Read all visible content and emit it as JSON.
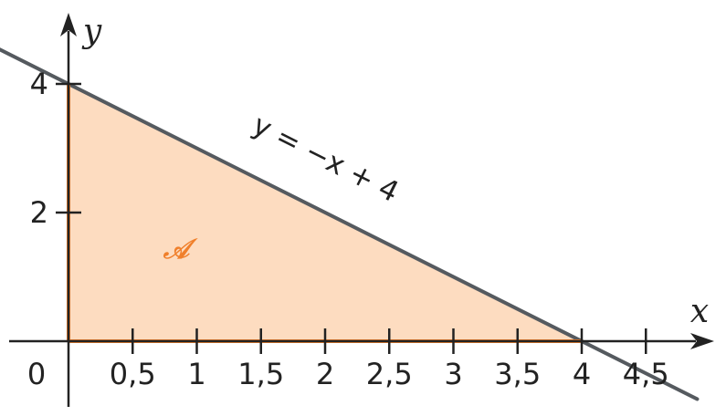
{
  "chart_data": {
    "type": "area",
    "xlabel": "x",
    "ylabel": "y",
    "x_ticks": [
      0.5,
      1,
      1.5,
      2,
      2.5,
      3,
      3.5,
      4,
      4.5
    ],
    "x_tick_labels": [
      "0,5",
      "1",
      "1,5",
      "2",
      "2,5",
      "3",
      "3,5",
      "4",
      "4,5"
    ],
    "y_ticks": [
      2,
      4
    ],
    "y_tick_labels": [
      "2",
      "4"
    ],
    "origin_label": "0",
    "series": [
      {
        "name": "y = −x + 4",
        "x": [
          -0.8,
          4.9
        ],
        "y": [
          4.8,
          -0.9
        ]
      }
    ],
    "region": {
      "label": "𝒜",
      "vertices": [
        [
          0,
          0
        ],
        [
          0,
          4
        ],
        [
          4,
          0
        ]
      ]
    },
    "colors": {
      "line": "#555a5f",
      "fill": "#fddcc0",
      "border": "#f07f2a",
      "axis": "#222222"
    }
  }
}
